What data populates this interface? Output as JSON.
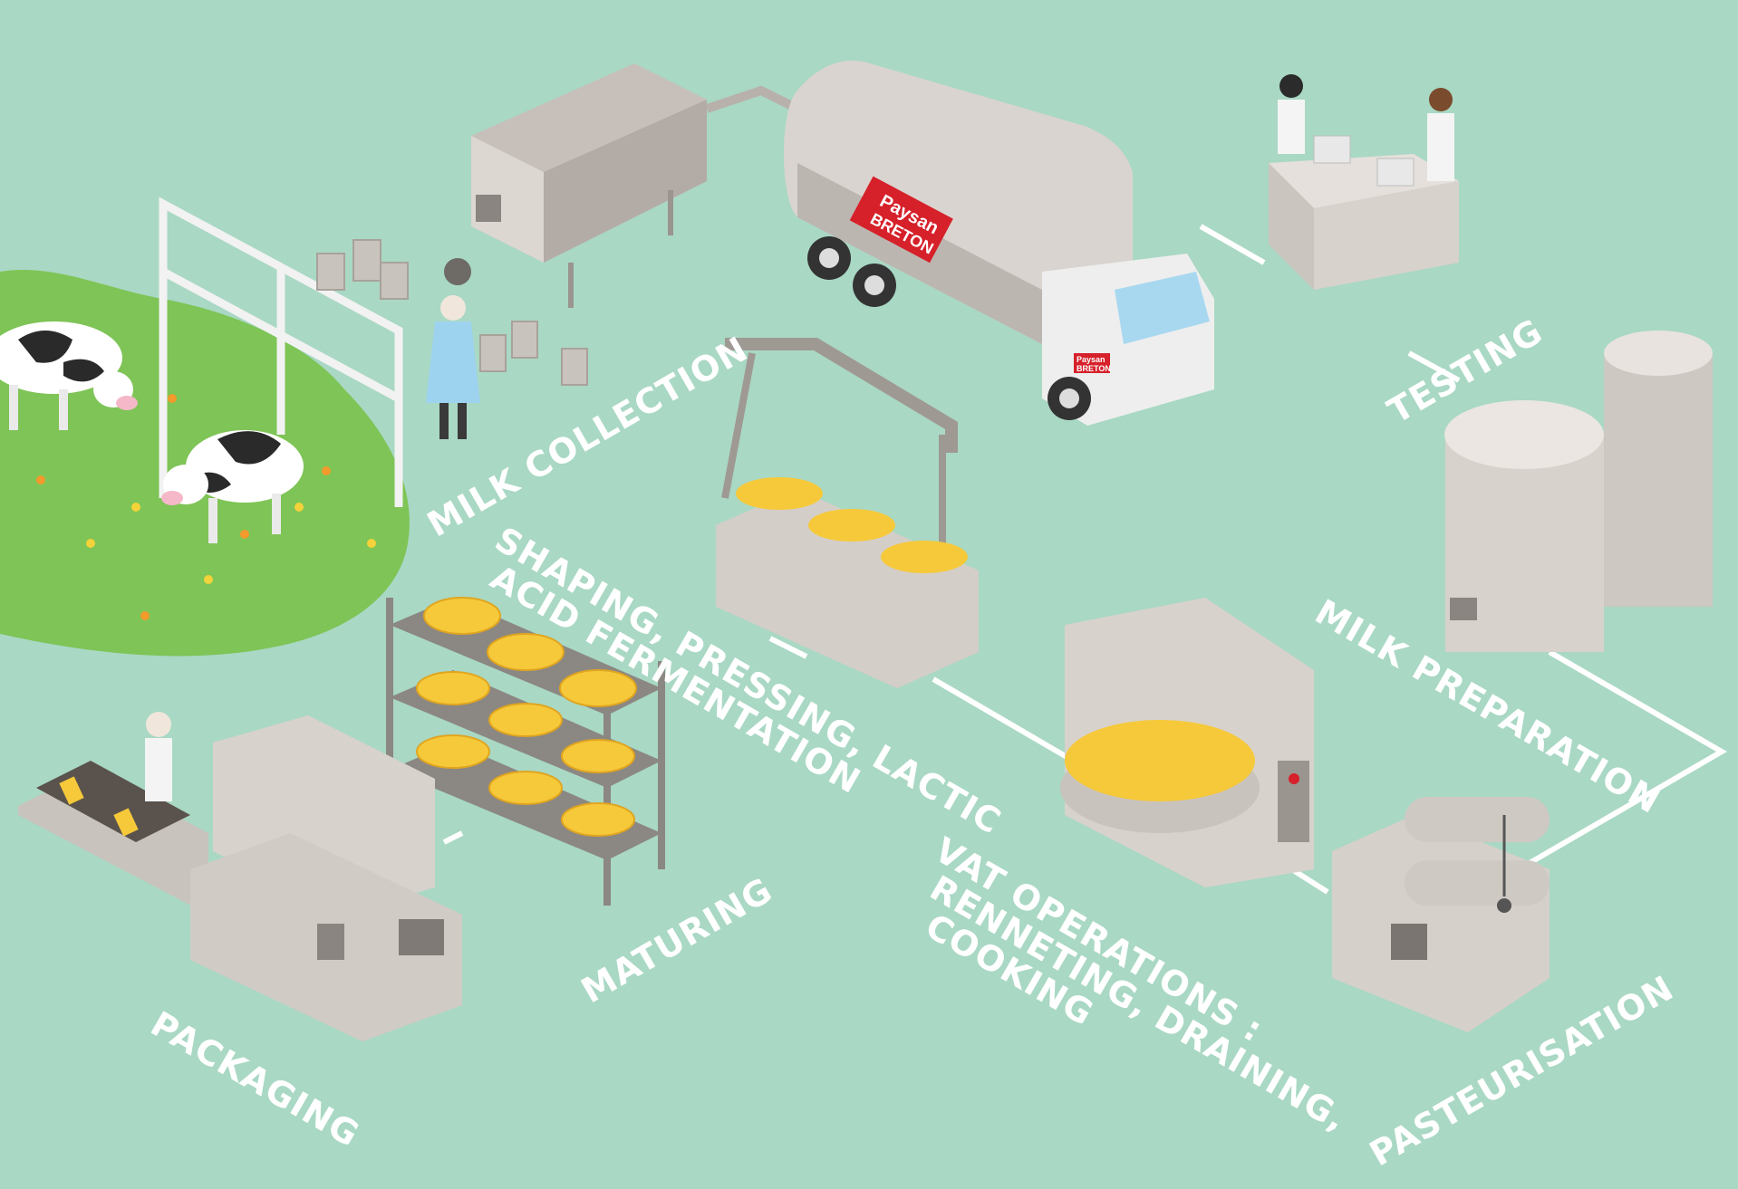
{
  "steps": {
    "milk_collection": "MILK COLLECTION",
    "testing": "TESTING",
    "milk_preparation": "MILK PREPARATION",
    "pasteurisation": "PASTEURISATION",
    "vat_line1": "VAT OPERATIONS :",
    "vat_line2": "RENNETING, DRAINING,",
    "vat_line3": "COOKING",
    "shaping_line1": "SHAPING, PRESSING, LACTIC",
    "shaping_line2": "ACID FERMENTATION",
    "maturing": "MATURING",
    "packaging": "PACKAGING"
  },
  "truck": {
    "brand_line1": "Paysan",
    "brand_line2": "BRETON",
    "door_logo_line1": "Paysan",
    "door_logo_line2": "BRETON"
  },
  "colors": {
    "background": "#a9d8c4",
    "pasture": "#7ec456",
    "path": "#ffffff",
    "machine": "#d8d2cc",
    "cheese": "#f6c93a",
    "brand_red": "#d6202a"
  }
}
